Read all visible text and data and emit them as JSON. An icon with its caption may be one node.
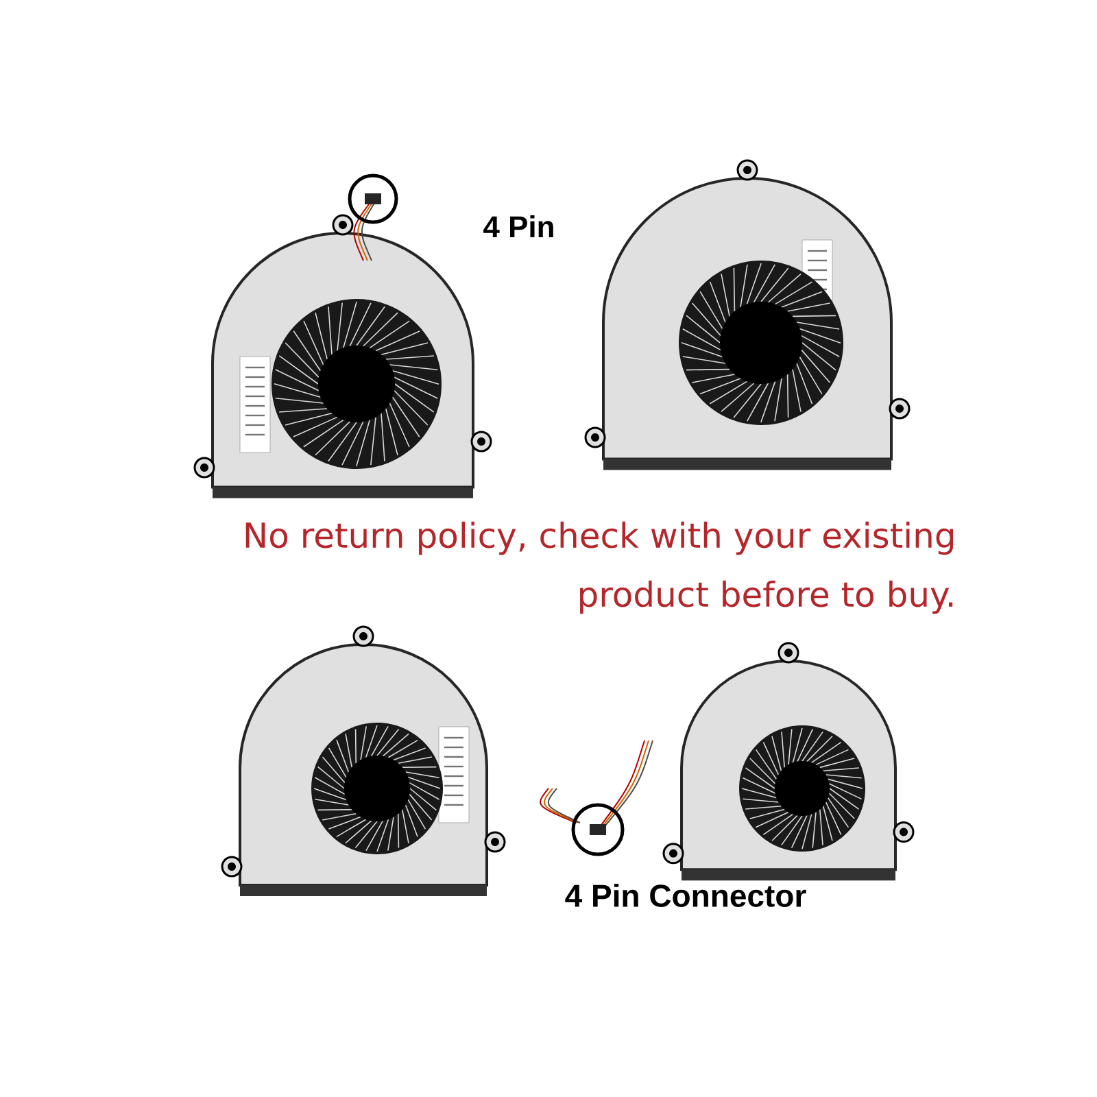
{
  "diagram": {
    "labels": [
      "4 Pin",
      "No return policy, check with your existing product before to buy.",
      "4 Pin Connector"
    ]
  }
}
